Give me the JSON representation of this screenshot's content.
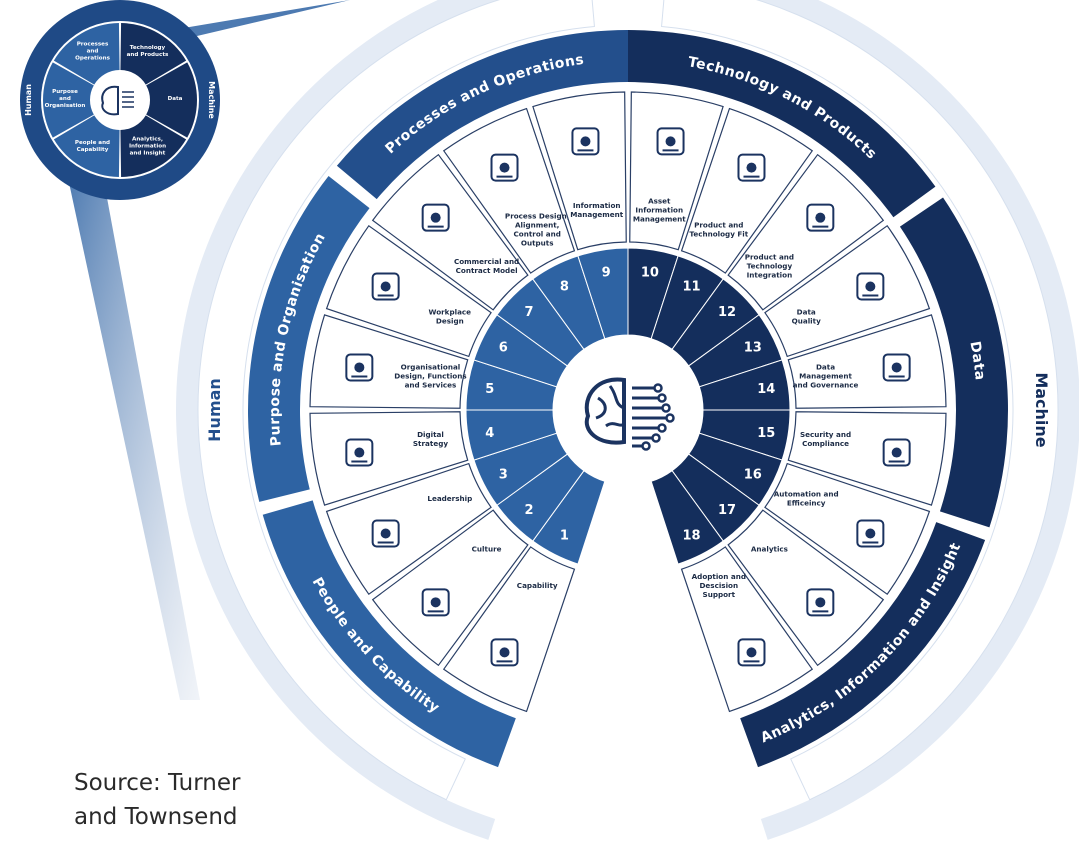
{
  "colors": {
    "pale": "#9fb4d3",
    "ring_light": "#2e63a3",
    "ring_mid": "#234f8c",
    "ring_dark": "#142e5c",
    "segment_fill": "#ffffff",
    "segment_stroke": "#2a3f66",
    "icon": "#1b3360",
    "label_text": "#1b2a44"
  },
  "hemispheres": {
    "left": "Human",
    "right": "Machine"
  },
  "domains": [
    {
      "key": "people",
      "label": "People and Capability",
      "tone": "light"
    },
    {
      "key": "purpose",
      "label": "Purpose and Organisation",
      "tone": "light"
    },
    {
      "key": "process",
      "label": "Processes and Operations",
      "tone": "mid"
    },
    {
      "key": "technology",
      "label": "Technology and Products",
      "tone": "dark"
    },
    {
      "key": "data",
      "label": "Data",
      "tone": "dark"
    },
    {
      "key": "analytics",
      "label": "Analytics, Information and Insight",
      "tone": "dark"
    }
  ],
  "segments": [
    {
      "number": "1",
      "label": [
        "Capability"
      ],
      "icon": "person-checklist-icon"
    },
    {
      "number": "2",
      "label": [
        "Culture"
      ],
      "icon": "globe-network-icon"
    },
    {
      "number": "3",
      "label": [
        "Leadership"
      ],
      "icon": "team-icon"
    },
    {
      "number": "4",
      "label": [
        "Digital",
        "Strategy"
      ],
      "icon": "circuit-board-icon"
    },
    {
      "number": "5",
      "label": [
        "Organisational",
        "Design, Functions",
        "and Services"
      ],
      "icon": "org-chart-icon"
    },
    {
      "number": "6",
      "label": [
        "Workplace",
        "Design"
      ],
      "icon": "hub-network-icon"
    },
    {
      "number": "7",
      "label": [
        "Commercial and",
        "Contract Model"
      ],
      "icon": "contract-document-icon"
    },
    {
      "number": "8",
      "label": [
        "Process Design,",
        "Alignment,",
        "Control and",
        "Outputs"
      ],
      "icon": "gears-arrow-icon"
    },
    {
      "number": "9",
      "label": [
        "Information",
        "Management"
      ],
      "icon": "magnifier-flowchart-icon"
    },
    {
      "number": "10",
      "label": [
        "Asset",
        "Information",
        "Management"
      ],
      "icon": "cubes-icon"
    },
    {
      "number": "11",
      "label": [
        "Product and",
        "Technology Fit"
      ],
      "icon": "laptop-icon"
    },
    {
      "number": "12",
      "label": [
        "Product and",
        "Technology",
        "Integration"
      ],
      "icon": "gears-icon"
    },
    {
      "number": "13",
      "label": [
        "Data",
        "Quality"
      ],
      "icon": "database-badge-icon"
    },
    {
      "number": "14",
      "label": [
        "Data",
        "Management",
        "and Governance"
      ],
      "icon": "checklist-icon"
    },
    {
      "number": "15",
      "label": [
        "Security and",
        "Compliance"
      ],
      "icon": "gear-lock-icon"
    },
    {
      "number": "16",
      "label": [
        "Automation and",
        "Efficeincy"
      ],
      "icon": "gear-arrows-icon"
    },
    {
      "number": "17",
      "label": [
        "Analytics"
      ],
      "icon": "dashboard-icon"
    },
    {
      "number": "18",
      "label": [
        "Adoption and",
        "Descision",
        "Support"
      ],
      "icon": "signpost-icon"
    }
  ],
  "mini": {
    "segments": [
      {
        "label": [
          "Processes",
          "and",
          "Operations"
        ],
        "tone": "light"
      },
      {
        "label": [
          "Technology",
          "and Products"
        ],
        "tone": "dark"
      },
      {
        "label": [
          "Data"
        ],
        "tone": "dark"
      },
      {
        "label": [
          "Analytics,",
          "Information",
          "and Insight"
        ],
        "tone": "dark"
      },
      {
        "label": [
          "People and",
          "Capability"
        ],
        "tone": "light"
      },
      {
        "label": [
          "Purpose",
          "and",
          "Organisation"
        ],
        "tone": "light"
      }
    ],
    "left_label": "Human",
    "right_label": "Machine"
  },
  "center_icon": "brain-circuit-icon",
  "source": {
    "line1": "Source: Turner",
    "line2": "and Townsend"
  }
}
